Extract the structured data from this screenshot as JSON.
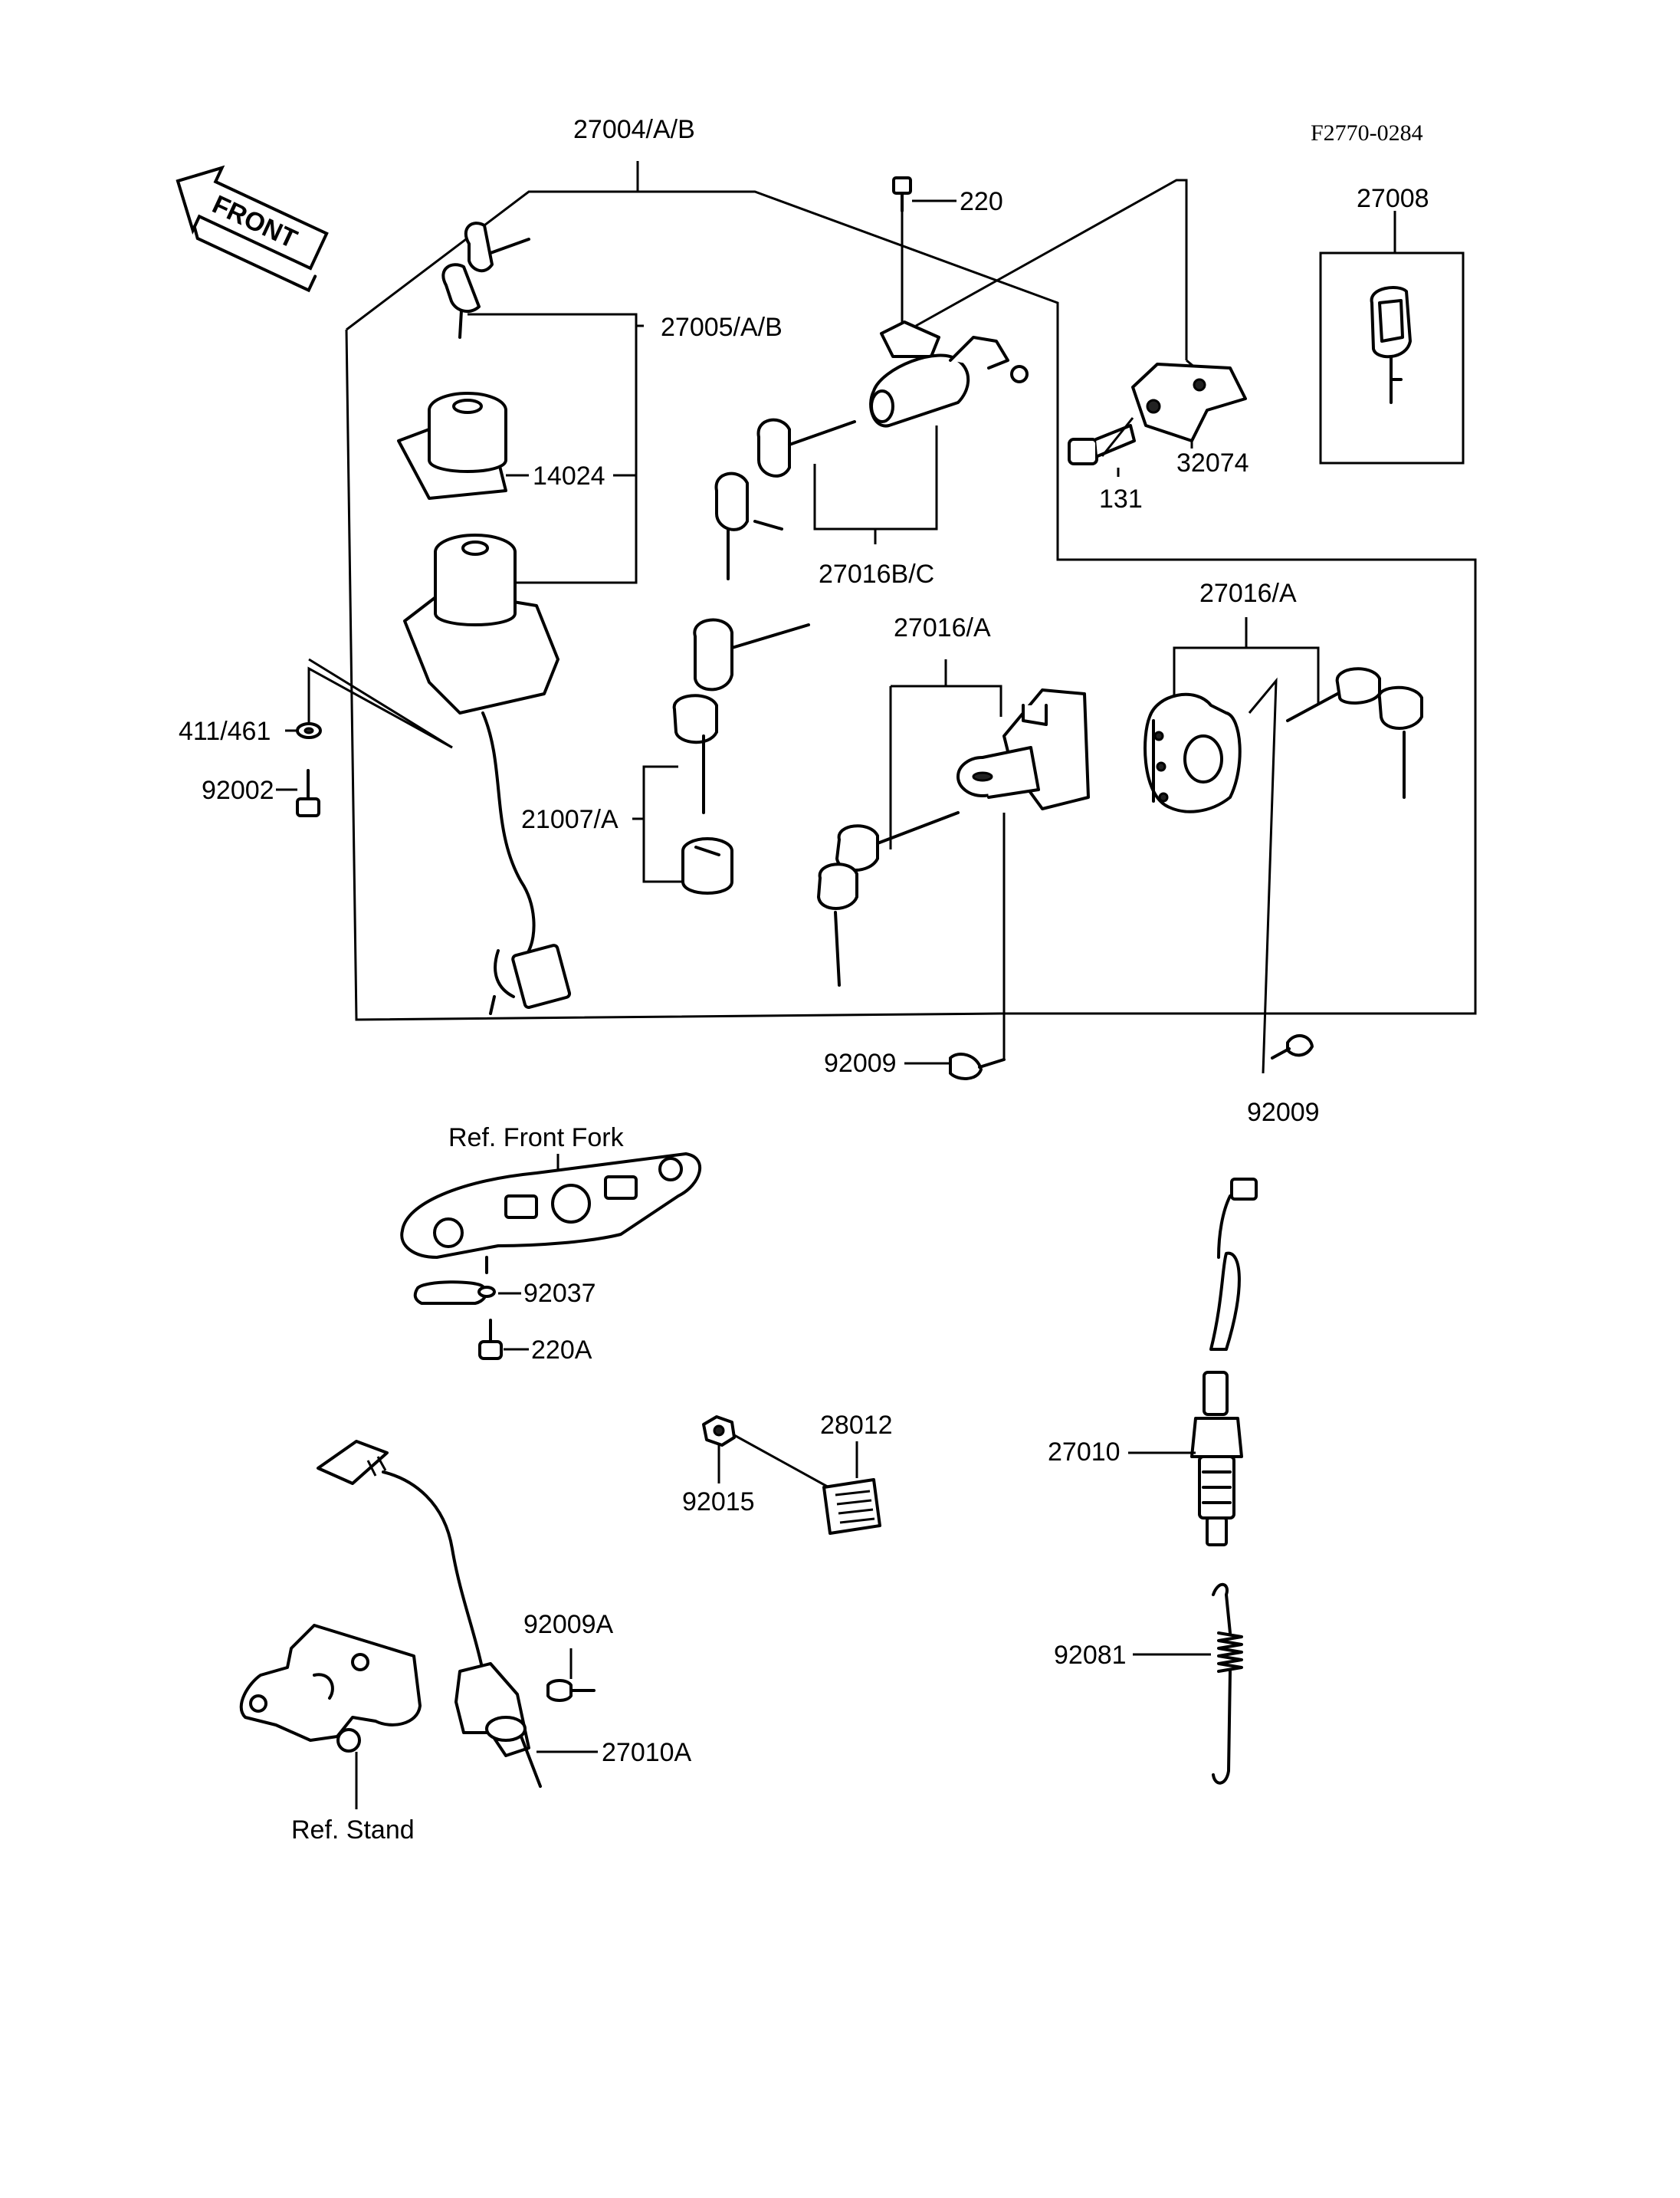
{
  "diagram_code": "F2770-0284",
  "front_label": "FRONT",
  "labels": {
    "p27004": "27004/A/B",
    "p220": "220",
    "p27008": "27008",
    "p27005": "27005/A/B",
    "p14024": "14024",
    "p32074": "32074",
    "p131": "131",
    "p27016bc": "27016B/C",
    "p27016a_mid": "27016/A",
    "p27016a_right": "27016/A",
    "p411": "411/461",
    "p92002": "92002",
    "p21007": "21007/A",
    "p92009_mid": "92009",
    "p92009_right": "92009",
    "ref_front_fork": "Ref. Front Fork",
    "p92037": "92037",
    "p220a": "220A",
    "p28012": "28012",
    "p92015": "92015",
    "p27010": "27010",
    "p92009a": "92009A",
    "p92081": "92081",
    "p27010a": "27010A",
    "ref_stand": "Ref. Stand"
  }
}
